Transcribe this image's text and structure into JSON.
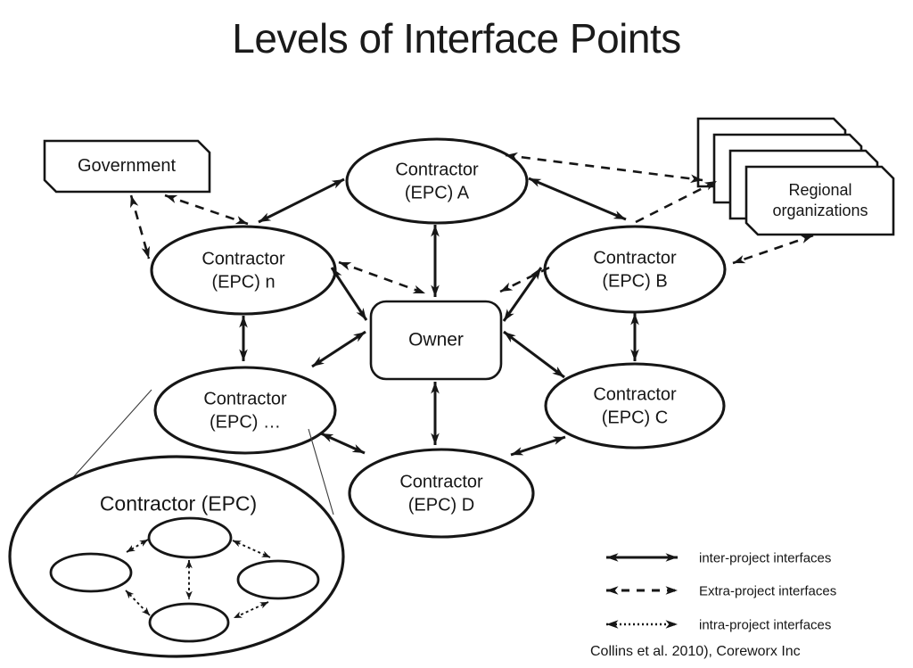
{
  "title": "Levels of Interface Points",
  "nodes": {
    "government": {
      "label": "Government"
    },
    "contractor_a": {
      "label": "Contractor (EPC) A"
    },
    "regional": {
      "label": "Regional organizations"
    },
    "contractor_n": {
      "label": "Contractor (EPC) n"
    },
    "contractor_b": {
      "label": "Contractor (EPC) B"
    },
    "owner": {
      "label": "Owner"
    },
    "contractor_dots": {
      "label": "Contractor (EPC) …"
    },
    "contractor_c": {
      "label": "Contractor (EPC) C"
    },
    "contractor_d": {
      "label": "Contractor (EPC) D"
    },
    "contractor_detail": {
      "label": "Contractor (EPC)"
    }
  },
  "legend": {
    "items": [
      {
        "style": "solid",
        "label": "inter-project interfaces"
      },
      {
        "style": "dashed",
        "label": "Extra-project interfaces"
      },
      {
        "style": "dotted",
        "label": "intra-project interfaces"
      }
    ]
  },
  "credit": "Collins et al. 2010), Coreworx Inc",
  "colors": {
    "stroke": "#161616",
    "background": "#ffffff"
  }
}
